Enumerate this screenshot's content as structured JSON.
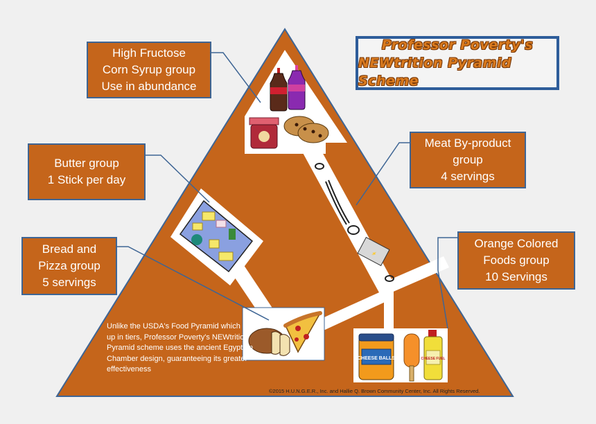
{
  "title": {
    "line1": "Professor Poverty's",
    "line2": "NEWtrition Pyramid Scheme"
  },
  "callouts": {
    "hfcs": {
      "line1": "High Fructose",
      "line2": "Corn Syrup group",
      "line3": "Use in abundance"
    },
    "butter": {
      "line1": "Butter group",
      "line2": "1 Stick per day"
    },
    "bread": {
      "line1": "Bread and",
      "line2": "Pizza group",
      "line3": "5 servings"
    },
    "meat": {
      "line1": "Meat By-product",
      "line2": "group",
      "line3": "4 servings"
    },
    "orange": {
      "line1": "Orange Colored",
      "line2": "Foods group",
      "line3": "10 Servings"
    }
  },
  "description": "Unlike the USDA's Food Pyramid which is set up in tiers, Professor Poverty's NEWtrition Pyramid scheme uses the ancient Egyptian Chamber design, guaranteeing its greater effectiveness",
  "copyright": "©2015 H.U.N.G.E.R., Inc. and Hallie Q. Brown Community Center, Inc.  All Rights Reserved.",
  "labels": {
    "cheese_balls": "CHEESE BALLS",
    "cheese_fuel": "CHEESE FUEL"
  },
  "colors": {
    "pyramid": "#c5651b",
    "outline": "#3e6594",
    "background": "#f0f0f0"
  }
}
